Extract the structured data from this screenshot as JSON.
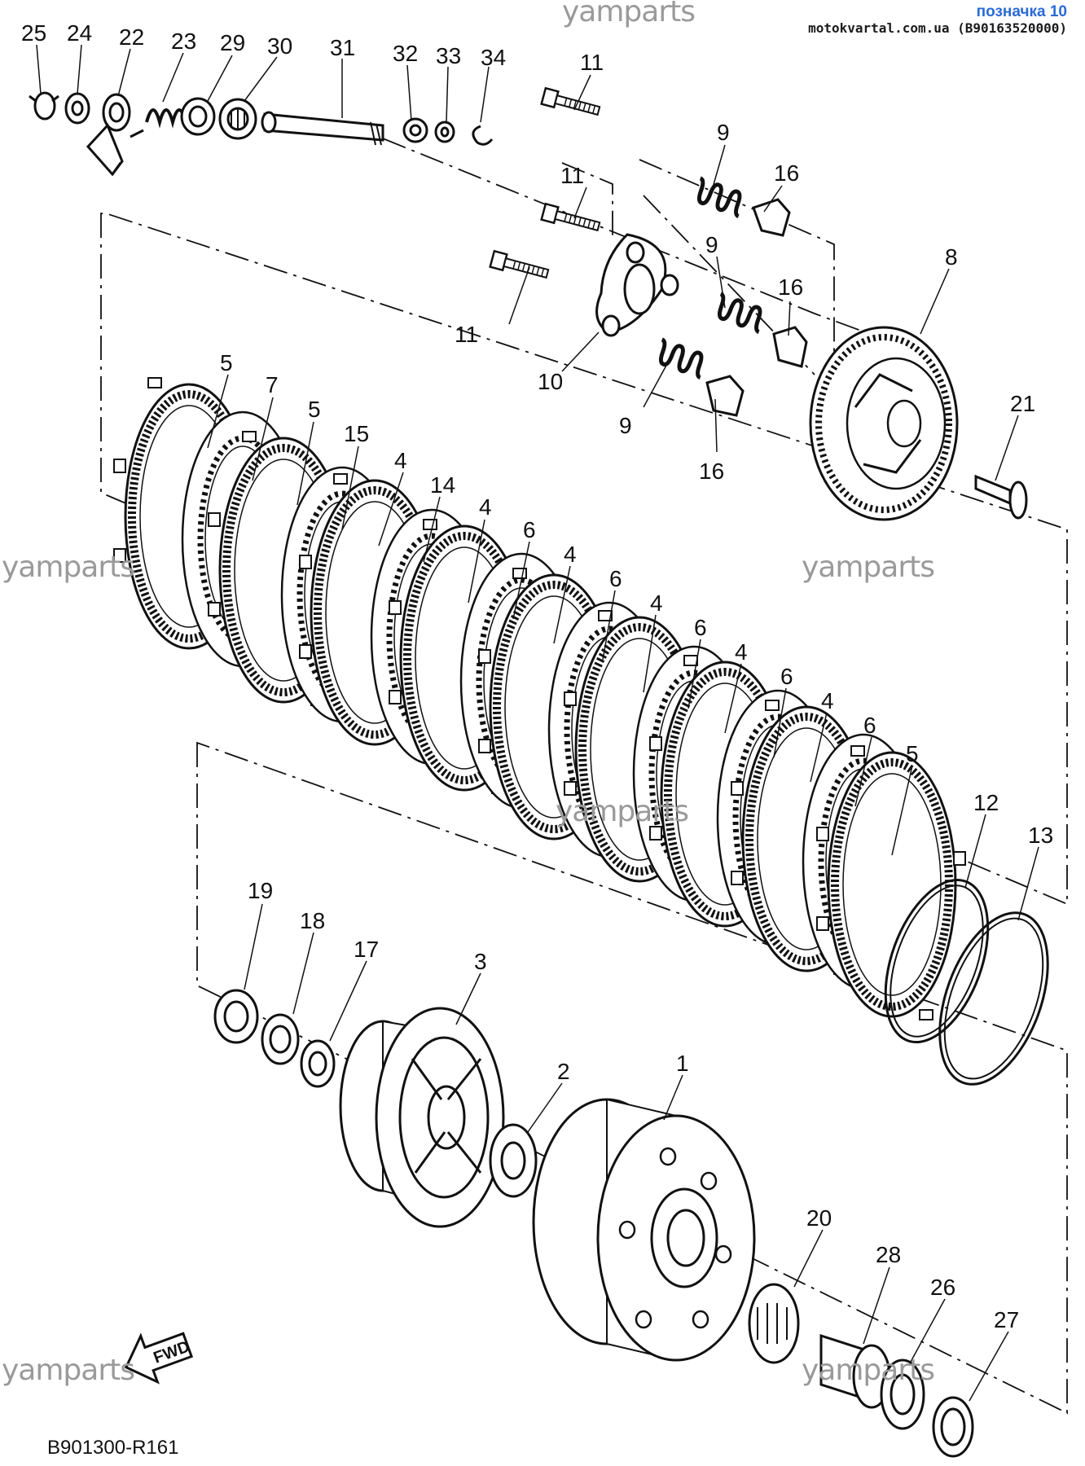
{
  "header": {
    "watermark_top": "yamparts",
    "badge_title": "позначка 10",
    "badge_source": "motokvartal.com.ua (B90163520000)"
  },
  "watermarks": [
    "yamparts",
    "yamparts",
    "yamparts",
    "yamparts",
    "yamparts"
  ],
  "fwd_label": "FWD",
  "diagram_ref": "B901300-R161",
  "callouts": [
    "1",
    "2",
    "3",
    "4",
    "5",
    "6",
    "7",
    "8",
    "9",
    "10",
    "11",
    "12",
    "13",
    "14",
    "15",
    "16",
    "17",
    "18",
    "19",
    "20",
    "21",
    "22",
    "23",
    "24",
    "25",
    "26",
    "27",
    "28",
    "29",
    "30",
    "31",
    "32",
    "33",
    "34"
  ],
  "colors": {
    "line": "#111111",
    "watermark": "#9a9a9a",
    "badge_title": "#2a6ad6"
  }
}
